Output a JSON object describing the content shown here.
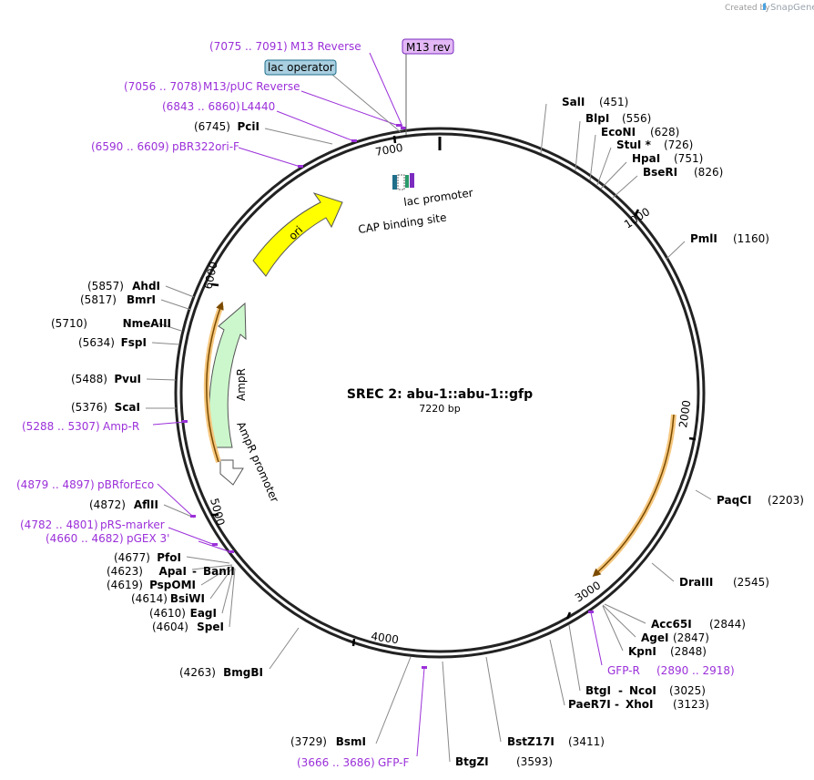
{
  "credit": {
    "created_by": "Created by",
    "app": "SnapGene"
  },
  "plasmid": {
    "name": "SREC 2: abu-1::abu-1::gfp",
    "size": "7220 bp"
  },
  "ticks": [
    "1000",
    "2000",
    "3000",
    "4000",
    "5000",
    "6000",
    "7000"
  ],
  "enzymes": [
    {
      "name": "SalI",
      "pos": "(451)"
    },
    {
      "name": "BlpI",
      "pos": "(556)"
    },
    {
      "name": "EcoNI",
      "pos": "(628)"
    },
    {
      "name": "StuI *",
      "pos": "(726)"
    },
    {
      "name": "HpaI",
      "pos": "(751)"
    },
    {
      "name": "BseRI",
      "pos": "(826)"
    },
    {
      "name": "PmlI",
      "pos": "(1160)"
    },
    {
      "name": "PaqCI",
      "pos": "(2203)"
    },
    {
      "name": "DraIII",
      "pos": "(2545)"
    },
    {
      "name": "Acc65I",
      "pos": "(2844)"
    },
    {
      "name": "AgeI",
      "pos": "(2847)"
    },
    {
      "name": "KpnI",
      "pos": "(2848)"
    },
    {
      "name": "BtgI",
      "sep": "-",
      "name2": "NcoI",
      "pos": "(3025)"
    },
    {
      "name": "PaeR7I",
      "sep": "-",
      "name2": "XhoI",
      "pos": "(3123)"
    },
    {
      "name": "BstZ17I",
      "pos": "(3411)"
    },
    {
      "name": "BtgZI",
      "pos": "(3593)"
    },
    {
      "name": "BsmI",
      "pos": "(3729)"
    },
    {
      "name": "BmgBI",
      "pos": "(4263)"
    },
    {
      "name": "SpeI",
      "pos": "(4604)"
    },
    {
      "name": "EagI",
      "pos": "(4610)"
    },
    {
      "name": "BsiWI",
      "pos": "(4614)"
    },
    {
      "name": "PspOMI",
      "pos": "(4619)"
    },
    {
      "name": "ApaI",
      "sep": "-",
      "name2": "BanII",
      "pos": "(4623)"
    },
    {
      "name": "PfoI",
      "pos": "(4677)"
    },
    {
      "name": "AflII",
      "pos": "(4872)"
    },
    {
      "name": "ScaI",
      "pos": "(5376)"
    },
    {
      "name": "PvuI",
      "pos": "(5488)"
    },
    {
      "name": "FspI",
      "pos": "(5634)"
    },
    {
      "name": "NmeAIII",
      "pos": "(5710)"
    },
    {
      "name": "BmrI",
      "pos": "(5817)"
    },
    {
      "name": "AhdI",
      "pos": "(5857)"
    },
    {
      "name": "PciI",
      "pos": "(6745)"
    }
  ],
  "primers": [
    {
      "range": "(7075 .. 7091)",
      "name": "M13 Reverse"
    },
    {
      "range": "(7056 .. 7078)",
      "name": "M13/pUC Reverse"
    },
    {
      "range": "(6843 .. 6860)",
      "name": "L4440"
    },
    {
      "range": "(6590 .. 6609)",
      "name": "pBR322ori-F"
    },
    {
      "range": "(5288 .. 5307)",
      "name": "Amp-R"
    },
    {
      "range": "(4879 .. 4897)",
      "name": "pBRforEco"
    },
    {
      "range": "(4782 .. 4801)",
      "name": "pRS-marker"
    },
    {
      "range": "(4660 .. 4682)",
      "name": "pGEX 3'"
    },
    {
      "range": "(2890 .. 2918)",
      "name": "GFP-R"
    },
    {
      "range": "(3666 .. 3686)",
      "name": "GFP-F"
    }
  ],
  "tags": {
    "m13rev": "M13 rev",
    "lac_operator": "lac operator"
  },
  "features": {
    "ori": "ori",
    "ampr": "AmpR",
    "ampr_promoter": "AmpR promoter",
    "lac_promoter": "lac promoter",
    "cap_site": "CAP binding site"
  },
  "colors": {
    "primer": "#9b30d9",
    "ori": "#ffff00",
    "ampr": "#ccf7cc",
    "cds": "#f5c77e",
    "m13rev_tag": "#e3b8f5",
    "lac_operator_tag": "#a9cfe0"
  }
}
